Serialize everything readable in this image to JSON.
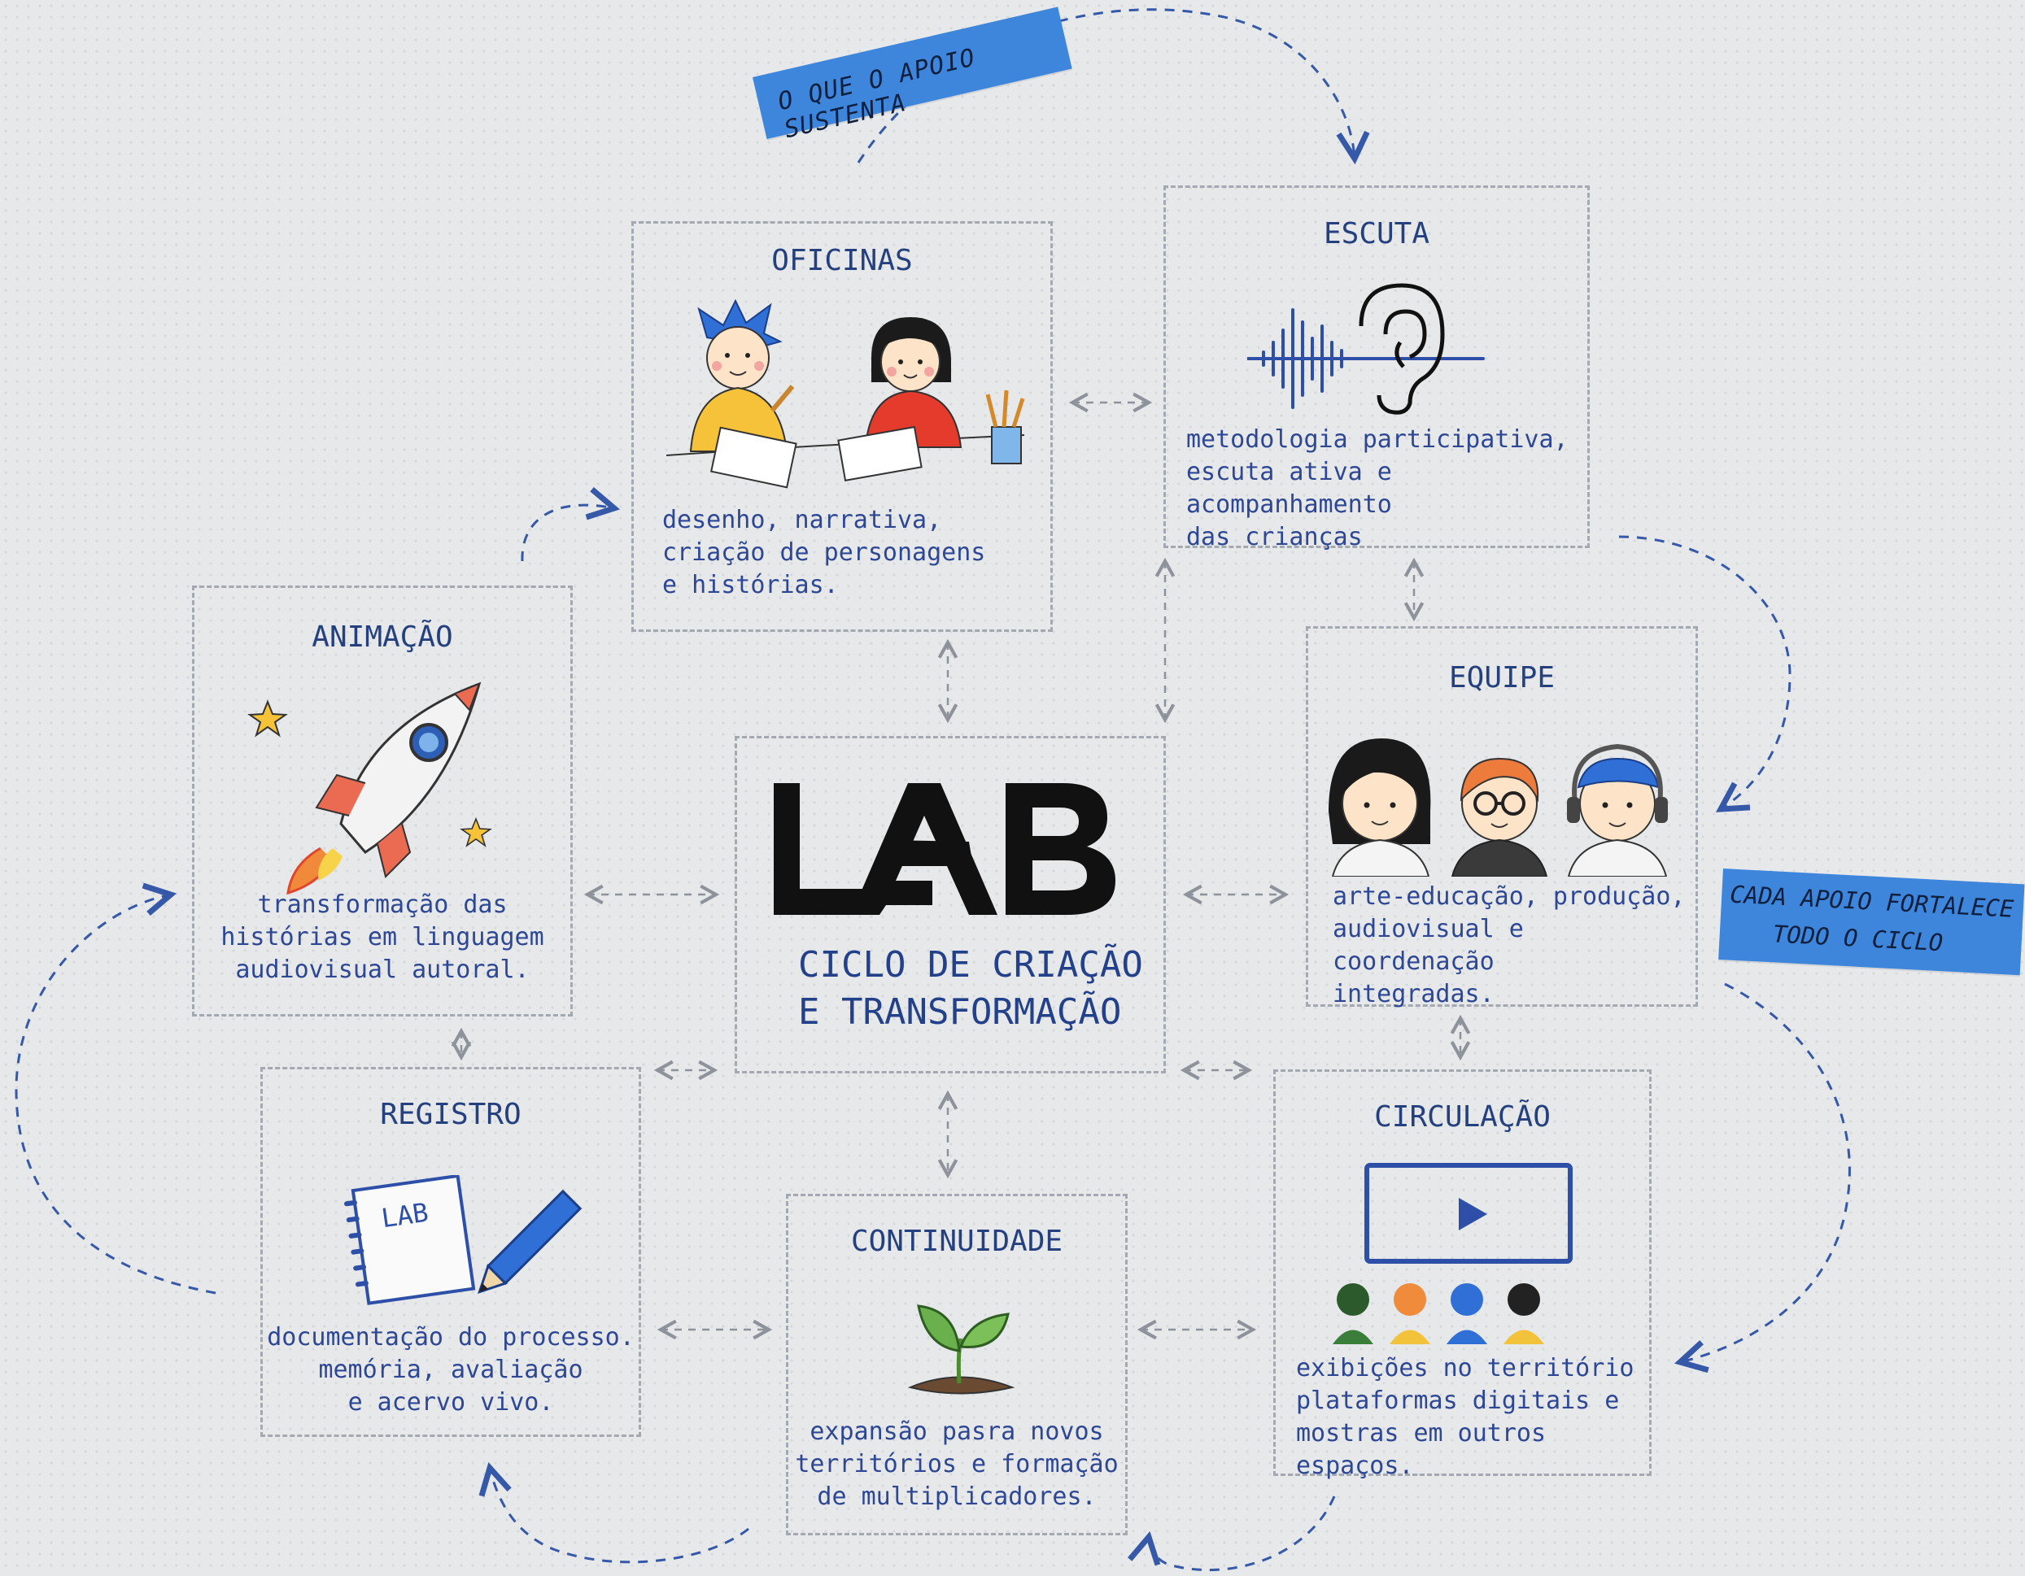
{
  "tapes": {
    "top": "O QUE O APOIO SUSTENTA",
    "right_line1": "CADA APOIO FORTALECE",
    "right_line2": "TODO O CICLO"
  },
  "center": {
    "logo": "LAB",
    "subtitle": "CICLO DE CRIAÇÃO\nE TRANSFORMAÇÃO"
  },
  "nodes": {
    "oficinas": {
      "title": "OFICINAS",
      "desc": "desenho, narrativa,\ncriação de personagens\ne histórias."
    },
    "escuta": {
      "title": "ESCUTA",
      "desc": "metodologia participativa,\nescuta ativa e acompanhamento\ndas crianças"
    },
    "animacao": {
      "title": "ANIMAÇÃO",
      "desc": "transformação das\nhistórias em linguagem\naudiovisual autoral."
    },
    "equipe": {
      "title": "EQUIPE",
      "desc": "arte-educação, produção,\naudiovisual e coordenação\nintegradas."
    },
    "registro": {
      "title": "REGISTRO",
      "desc": "documentação do processo.\nmemória, avaliação\ne acervo vivo.",
      "notebook_label": "LAB"
    },
    "continuidade": {
      "title": "CONTINUIDADE",
      "desc": "expansão pasra novos\nterritórios e formação\nde multiplicadores."
    },
    "circulacao": {
      "title": "CIRCULAÇÃO",
      "desc": "exibições no território\nplataformas digitais e\nmostras em outros espaços."
    }
  },
  "icons": {
    "oficinas": "children-drawing-icon",
    "escuta": "ear-soundwave-icon",
    "animacao": "rocket-icon",
    "equipe": "team-faces-icon",
    "registro": "notebook-pencil-icon",
    "continuidade": "sprout-icon",
    "circulacao": "screen-audience-icon"
  },
  "colors": {
    "accent_blue": "#3e86dc",
    "text_blue": "#2a3f85",
    "logo_black": "#111111",
    "arrow_blue": "#3558a8"
  }
}
